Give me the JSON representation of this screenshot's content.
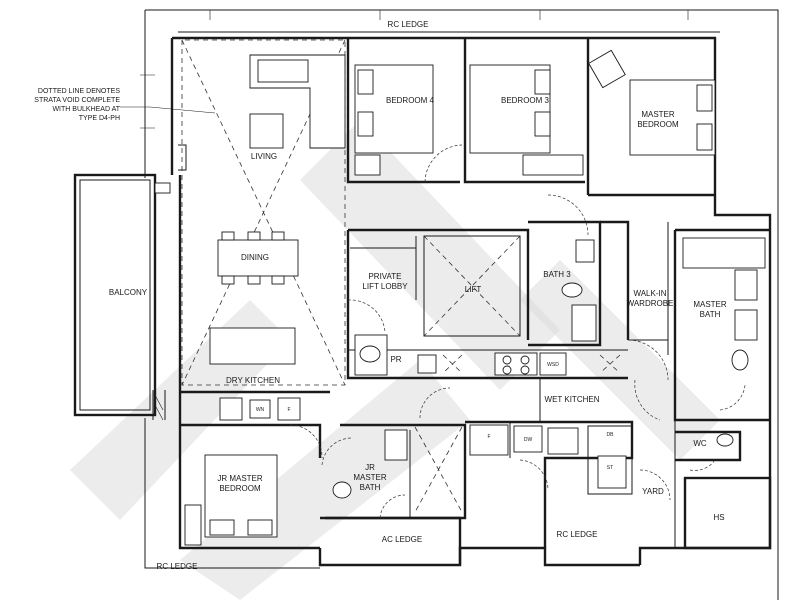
{
  "note": {
    "lines": [
      "DOTTED LINE DENOTES",
      "STRATA VOID COMPLETE",
      "WITH BULKHEAD AT",
      "TYPE D4-PH"
    ]
  },
  "labels": {
    "rc_ledge_top": "RC LEDGE",
    "bedroom4": "BEDROOM 4",
    "bedroom3": "BEDROOM 3",
    "master_bedroom_1": "MASTER",
    "master_bedroom_2": "BEDROOM",
    "living": "LIVING",
    "dining": "DINING",
    "balcony": "BALCONY",
    "private_lift_lobby_1": "PRIVATE",
    "private_lift_lobby_2": "LIFT LOBBY",
    "lift": "LIFT",
    "bath3": "BATH 3",
    "walkin_1": "WALK-IN",
    "walkin_2": "WARDROBE",
    "master_bath_1": "MASTER",
    "master_bath_2": "BATH",
    "pr": "PR",
    "dry_kitchen": "DRY KITCHEN",
    "wet_kitchen": "WET KITCHEN",
    "jr_master_bedroom_1": "JR MASTER",
    "jr_master_bedroom_2": "BEDROOM",
    "jr_master_bath_1": "JR",
    "jr_master_bath_2": "MASTER",
    "jr_master_bath_3": "BATH",
    "ac_ledge": "AC LEDGE",
    "rc_ledge_bottom_center": "RC LEDGE",
    "rc_ledge_bottom_left": "RC LEDGE",
    "wc": "WC",
    "yard": "YARD",
    "hs": "HS"
  },
  "appliances": {
    "wn": "WN",
    "f_dry": "F",
    "wsd": "WSD",
    "f_wet": "F",
    "dw": "DW",
    "db": "DB",
    "st": "ST"
  },
  "colors": {
    "line": "#1a1a1a",
    "watermark": "#dcdcdc",
    "background": "#ffffff"
  }
}
